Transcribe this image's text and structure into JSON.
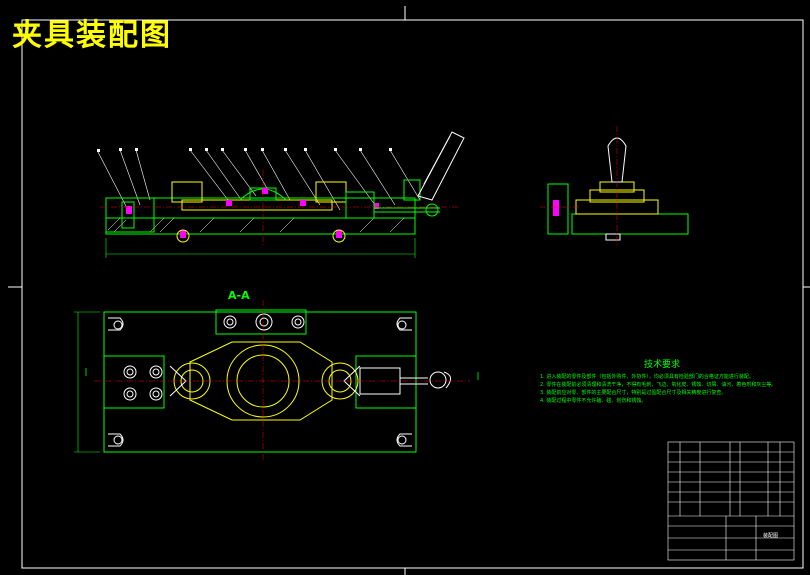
{
  "drawing": {
    "title": "夹具装配图",
    "section_label": "A-A",
    "technical_requirements": {
      "heading": "技术要求",
      "notes": [
        "1. 进入装配的零件及部件（包括外购件、外协件），均必须具有检验部门的合格证方能进行装配。",
        "2. 零件在装配前必须清理和清洗干净，不得有毛刺、飞边、氧化皮、锈蚀、切屑、油污、着色剂和灰尘等。",
        "3. 装配前应对零、部件的主要配合尺寸，特别是过盈配合尺寸及相关精度进行复查。",
        "4. 装配过程中零件不允许磕、碰、划伤和锈蚀。"
      ]
    },
    "title_block": {
      "drawing_name": "装配图"
    },
    "colors": {
      "background": "#000000",
      "frame": "#ffffff",
      "outline": "#00ff00",
      "hidden": "#ffff00",
      "highlight": "#ff00ff",
      "part": "#ffffff",
      "title": "#ffff00"
    }
  }
}
